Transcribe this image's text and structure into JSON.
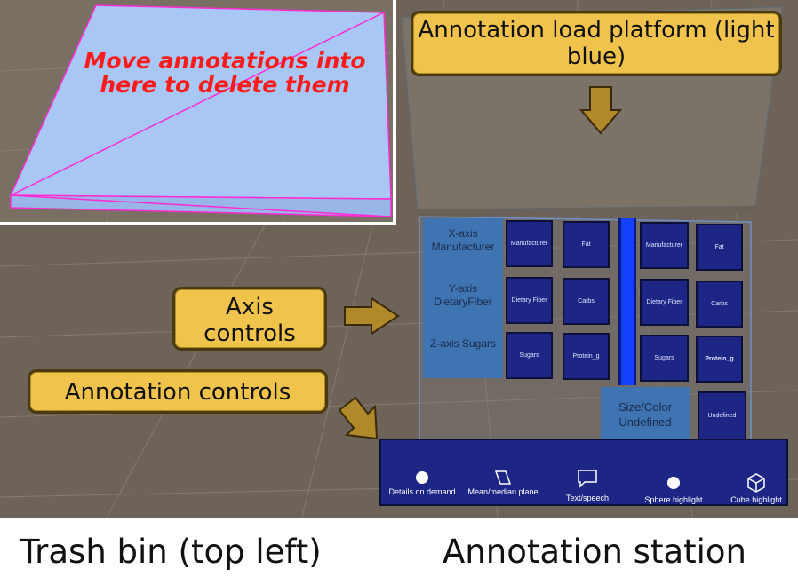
{
  "trash_bin": {
    "text": "Move annotations into here to delete them"
  },
  "callouts": {
    "load_platform": "Annotation load platform (light blue)",
    "axis_controls": "Axis controls",
    "annotation_controls": "Annotation controls"
  },
  "axis_panel": {
    "x": "X-axis Manufacturer",
    "y": "Y-axis DietaryFiber",
    "z": "Z-axis Sugars"
  },
  "left_tiles": [
    {
      "label": "Manufacturer"
    },
    {
      "label": "Fat"
    },
    {
      "label": "Dietary Fiber"
    },
    {
      "label": "Carbs"
    },
    {
      "label": "Sugars"
    },
    {
      "label": "Protein_g"
    }
  ],
  "right_tiles": [
    {
      "label": "Manufacturer"
    },
    {
      "label": "Fat"
    },
    {
      "label": "Dietary Fiber"
    },
    {
      "label": "Carbs"
    },
    {
      "label": "Sugars"
    },
    {
      "label": "Protein_g"
    },
    {
      "label": "Undefined"
    }
  ],
  "size_color": "Size/Color Undefined",
  "annotation_bar": [
    {
      "label": "Details on demand",
      "icon": "circle-icon"
    },
    {
      "label": "Mean/median plane",
      "icon": "plane-icon"
    },
    {
      "label": "Text/speech",
      "icon": "speech-bubble-icon"
    },
    {
      "label": "Sphere highlight",
      "icon": "circle-icon"
    },
    {
      "label": "Cube highlight",
      "icon": "cube-icon"
    }
  ],
  "captions": {
    "left": "Trash bin (top left)",
    "right": "Annotation station"
  }
}
